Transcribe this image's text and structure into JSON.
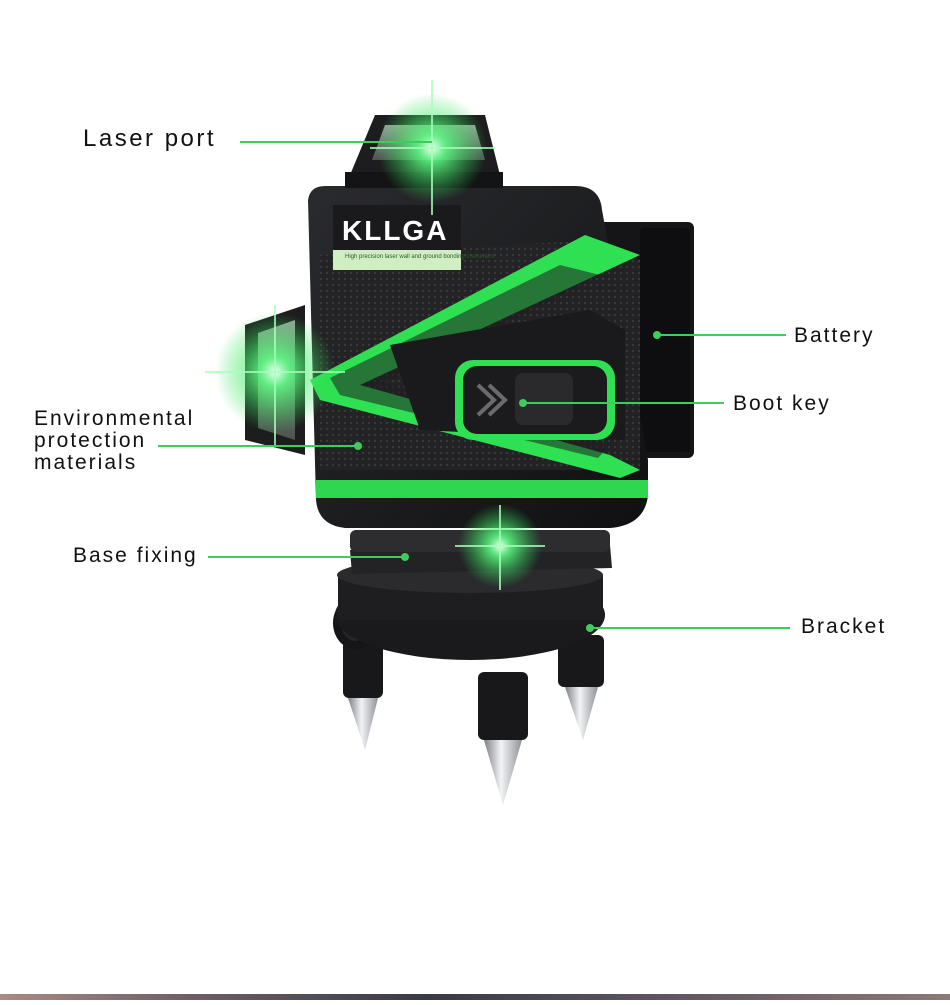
{
  "brand": {
    "logo": "KLLGA",
    "tagline": "High precision laser wall and ground bonding instrument"
  },
  "callouts": {
    "laser_port": "Laser port",
    "environmental": [
      "Environmental",
      "protection",
      "materials"
    ],
    "base_fixing": "Base fixing",
    "battery": "Battery",
    "boot_key": "Boot key",
    "bracket": "Bracket"
  },
  "colors": {
    "accent_green": "#32e05a",
    "body_dark": "#1c1c1e",
    "leader_line": "#3fcc5c"
  }
}
